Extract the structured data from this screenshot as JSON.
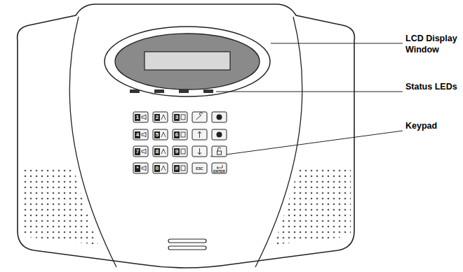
{
  "diagram": {
    "labels": [
      "LCD Display Window",
      "Status LEDs",
      "Keypad",
      "1",
      "2",
      "3",
      "4",
      "5",
      "6",
      "7",
      "8",
      "9",
      "*",
      "0",
      "#",
      "ESC",
      "ENTER"
    ]
  }
}
